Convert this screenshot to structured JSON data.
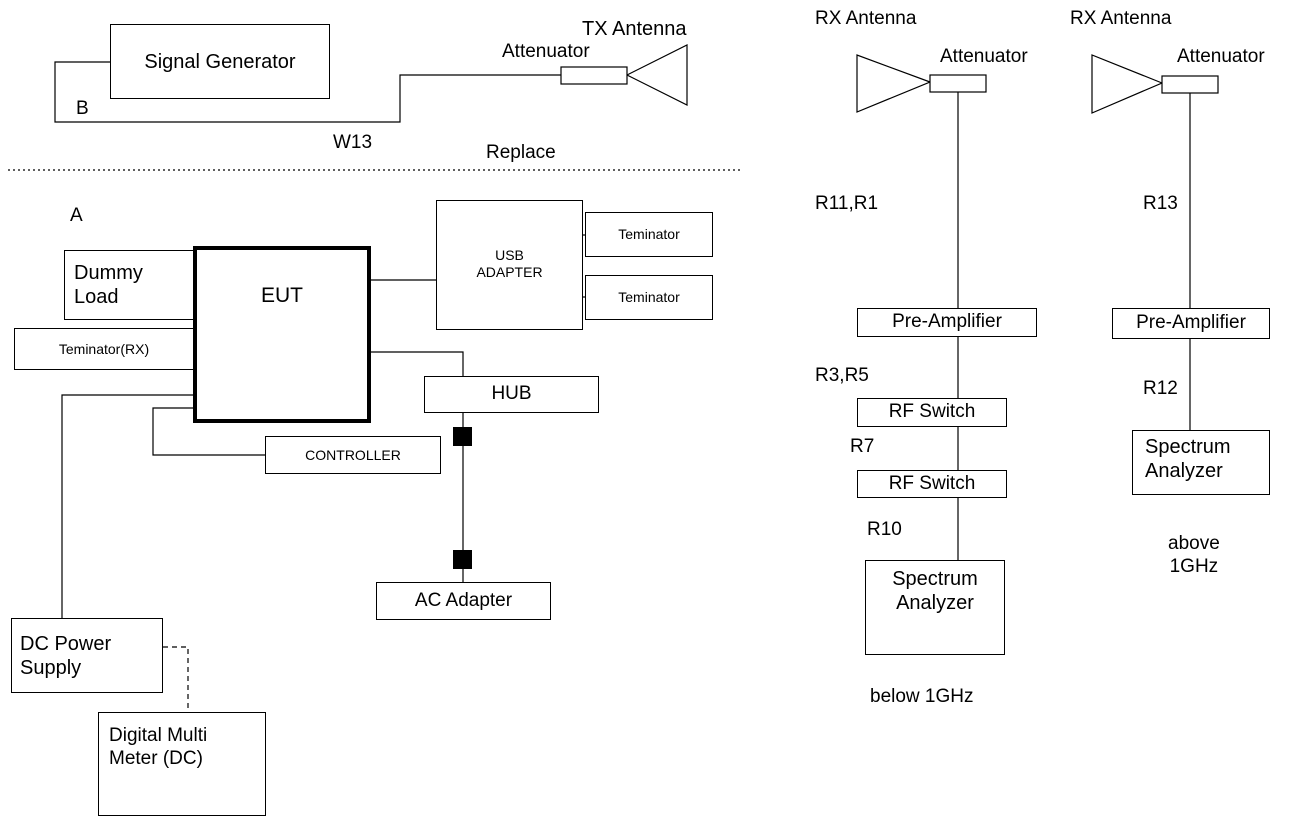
{
  "setup_b": {
    "signal_generator": "Signal Generator",
    "label_b": "B",
    "cable_w13": "W13",
    "attenuator": "Attenuator",
    "tx_antenna": "TX Antenna"
  },
  "replace_label": "Replace",
  "setup_a": {
    "label_a": "A",
    "dummy_load": "Dummy\nLoad",
    "terminator_rx": "Teminator(RX)",
    "eut": "EUT",
    "usb_adapter": "USB\nADAPTER",
    "terminator_1": "Teminator",
    "terminator_2": "Teminator",
    "hub": "HUB",
    "controller": "CONTROLLER",
    "ac_adapter": "AC Adapter",
    "dc_power_supply": "DC Power\nSupply",
    "digital_multimeter": "Digital Multi\nMeter (DC)"
  },
  "rx_below": {
    "rx_antenna": "RX Antenna",
    "attenuator": "Attenuator",
    "cable_r11_r1": "R11,R1",
    "pre_amplifier": "Pre-Amplifier",
    "cable_r3_r5": "R3,R5",
    "rf_switch_1": "RF Switch",
    "cable_r7": "R7",
    "rf_switch_2": "RF Switch",
    "cable_r10": "R10",
    "spectrum_analyzer": "Spectrum\nAnalyzer",
    "caption": "below 1GHz"
  },
  "rx_above": {
    "rx_antenna": "RX Antenna",
    "attenuator": "Attenuator",
    "cable_r13": "R13",
    "pre_amplifier": "Pre-Amplifier",
    "cable_r12": "R12",
    "spectrum_analyzer": "Spectrum\nAnalyzer",
    "caption": "above\n1GHz"
  }
}
